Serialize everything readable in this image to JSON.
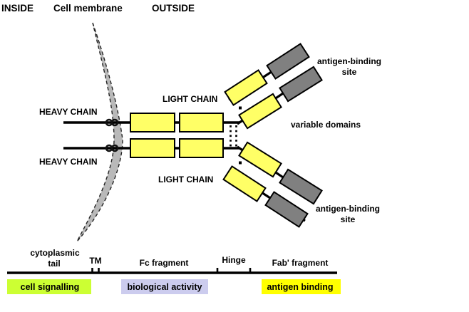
{
  "header": {
    "inside": "INSIDE",
    "membrane": "Cell membrane",
    "outside": "OUTSIDE"
  },
  "chains": {
    "heavy_top": "HEAVY CHAIN",
    "heavy_bottom": "HEAVY CHAIN",
    "light_top": "LIGHT CHAIN",
    "light_bottom": "LIGHT CHAIN"
  },
  "annotations": {
    "antigen_top_1": "antigen-binding",
    "antigen_top_2": "site",
    "variable_domains": "variable domains",
    "antigen_bottom_1": "antigen-binding",
    "antigen_bottom_2": "site"
  },
  "axis": {
    "cytoplasmic_1": "cytoplasmic",
    "cytoplasmic_2": "tail",
    "tm": "TM",
    "fc": "Fc fragment",
    "hinge": "Hinge",
    "fab": "Fab' fragment"
  },
  "legend": {
    "cell_signalling": {
      "label": "cell signalling",
      "color": "#ccff33"
    },
    "biological_activity": {
      "label": "biological activity",
      "color": "#ccccee"
    },
    "antigen_binding": {
      "label": "antigen binding",
      "color": "#ffff00"
    }
  },
  "colors": {
    "domain_yellow": "#ffff66",
    "domain_gray": "#808080",
    "membrane_fill": "#b9b9b9",
    "line_black": "#000000"
  }
}
